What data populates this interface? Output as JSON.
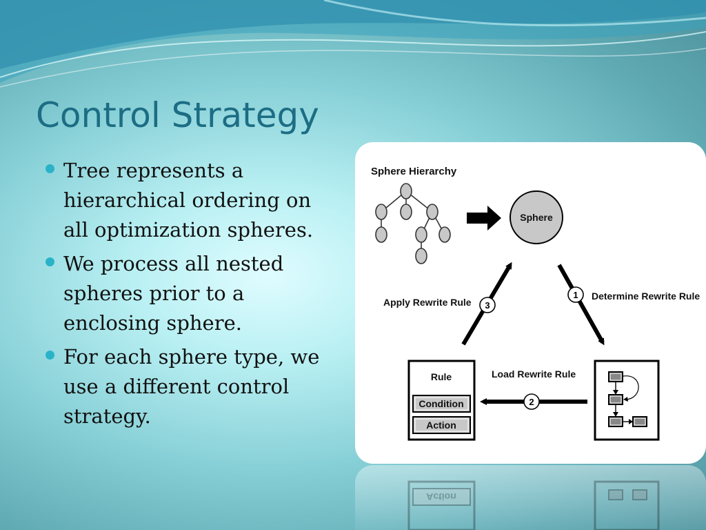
{
  "slide": {
    "title": "Control Strategy",
    "bullets": [
      "Tree represents a hierarchical ordering on all optimization spheres.",
      "We process all nested spheres prior to a enclosing sphere.",
      "For each sphere type, we use a different control strategy."
    ]
  },
  "diagram": {
    "hierarchy_label": "Sphere Hierarchy",
    "sphere_label": "Sphere",
    "step1": {
      "number": "1",
      "label": "Determine Rewrite Rule"
    },
    "step2": {
      "number": "2",
      "label": "Load Rewrite Rule"
    },
    "step3": {
      "number": "3",
      "label": "Apply Rewrite Rule"
    },
    "rule_box": {
      "title": "Rule",
      "condition": "Condition",
      "action": "Action"
    }
  },
  "reflection": {
    "rule_action": "Action"
  },
  "colors": {
    "title": "#1c6d84",
    "bullet": "#2ab3c8",
    "node_fill": "#c8c8c8"
  }
}
